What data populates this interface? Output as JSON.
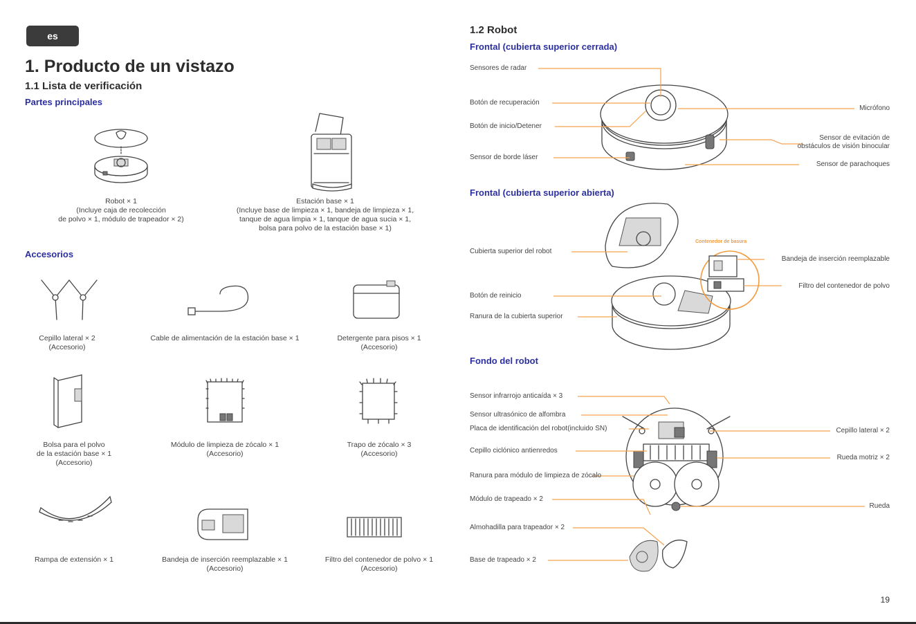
{
  "lang_badge": "es",
  "left": {
    "title": "1. Producto de un vistazo",
    "subtitle": "1.1 Lista de verificación",
    "main_parts_heading": "Partes principales",
    "main_parts": [
      {
        "lines": [
          "Robot × 1",
          "(Incluye caja de recolección",
          "de polvo × 1, módulo de trapeador × 2)"
        ]
      },
      {
        "lines": [
          "Estación base × 1",
          "(Incluye base de limpieza × 1, bandeja de limpieza × 1,",
          "tanque de agua limpia × 1, tanque de agua sucia × 1,",
          "bolsa para polvo de la estación base × 1)"
        ]
      }
    ],
    "accessories_heading": "Accesorios",
    "accessories": [
      {
        "lines": [
          "Cepillo lateral × 2",
          "(Accesorio)"
        ]
      },
      {
        "lines": [
          "Cable de alimentación de la estación base × 1"
        ]
      },
      {
        "lines": [
          "Detergente para pisos × 1",
          "(Accesorio)"
        ]
      },
      {
        "lines": [
          "Bolsa para el polvo",
          "de la estación base × 1",
          "(Accesorio)"
        ]
      },
      {
        "lines": [
          "Módulo de limpieza de zócalo × 1",
          "(Accesorio)"
        ]
      },
      {
        "lines": [
          "Trapo de zócalo × 3",
          "(Accesorio)"
        ]
      },
      {
        "lines": [
          "Rampa de extensión × 1"
        ]
      },
      {
        "lines": [
          "Bandeja de inserción reemplazable × 1",
          "(Accesorio)"
        ]
      },
      {
        "lines": [
          "Filtro del contenedor de polvo × 1",
          "(Accesorio)"
        ]
      }
    ]
  },
  "right": {
    "title": "1.2 Robot",
    "front_closed": {
      "heading": "Frontal (cubierta superior cerrada)",
      "labels": {
        "radar": "Sensores de radar",
        "recovery": "Botón de recuperación",
        "startstop": "Botón de inicio/Detener",
        "laser_edge": "Sensor de borde láser",
        "microphone": "Micrófono",
        "obstacle_1": "Sensor de evitación de",
        "obstacle_2": "obstáculos de visión binocular",
        "bumper": "Sensor de parachoques"
      }
    },
    "front_open": {
      "heading": "Frontal (cubierta superior abierta)",
      "labels": {
        "top_cover": "Cubierta superior del robot",
        "reset": "Botón de reinicio",
        "cover_slot": "Ranura de la cubierta superior",
        "bin": "Contenedor de basura",
        "insert_tray": "Bandeja de inserción reemplazable",
        "bin_filter": "Filtro del contenedor de polvo"
      }
    },
    "bottom": {
      "heading": "Fondo del robot",
      "labels": {
        "cliff_ir": "Sensor infrarrojo anticaída × 3",
        "carpet": "Sensor ultrasónico de alfombra",
        "id_plate": "Placa de identificación del robot(incluido SN)",
        "cyclone": "Cepillo ciclónico antienredos",
        "skirting_slot": "Ranura para módulo de limpieza de zócalo",
        "mop_module": "Módulo de trapeado × 2",
        "mop_pad": "Almohadilla para trapeador × 2",
        "mop_base": "Base de trapeado × 2",
        "side_brush": "Cepillo lateral × 2",
        "drive_wheel": "Rueda motriz × 2",
        "caster": "Rueda"
      }
    }
  },
  "page_number": "19"
}
